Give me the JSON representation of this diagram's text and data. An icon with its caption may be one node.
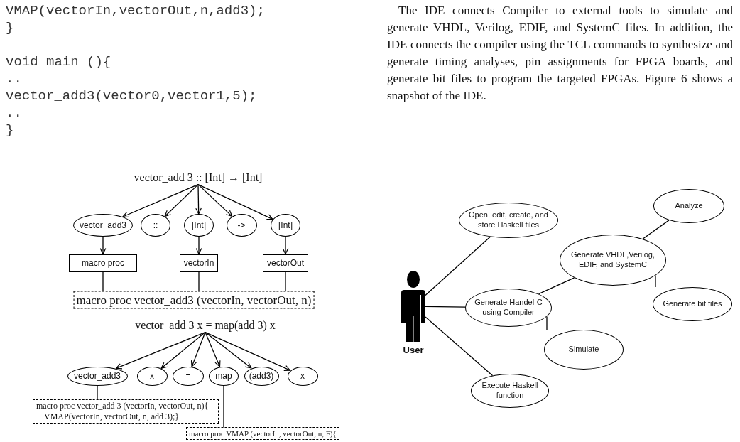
{
  "diagram": {
    "nodes": [
      {
        "text": [
          "vector_add 3 :: [Int] → [Int]"
        ]
      },
      {
        "text": [
          "vector_add3"
        ]
      },
      {
        "text": [
          "::"
        ]
      },
      {
        "text": [
          "[Int]"
        ]
      },
      {
        "text": [
          "->"
        ]
      },
      {
        "text": [
          "[Int]"
        ]
      },
      {
        "text": [
          "macro proc"
        ]
      },
      {
        "text": [
          "vectorIn"
        ]
      },
      {
        "text": [
          "vectorOut"
        ]
      },
      {
        "text": [
          "macro proc vector_add3 (vectorIn, vectorOut, n)"
        ]
      },
      {
        "text": [
          "vector_add 3 x = map(add 3) x"
        ]
      },
      {
        "text": [
          "vector_add3"
        ]
      },
      {
        "text": [
          "x"
        ]
      },
      {
        "text": [
          "="
        ]
      },
      {
        "text": [
          "map"
        ]
      },
      {
        "text": [
          "(add3)"
        ]
      },
      {
        "text": [
          "x"
        ]
      },
      {
        "text": [
          "macro proc vector_add 3 (vectorIn, vectorOut, n){ VMAP(vectorIn, vectorOut, n, add 3);}"
        ]
      },
      {
        "text": [
          "macro proc VMAP (vectorIn, vectorOut, n, F){"
        ]
      },
      {
        "text": [],
        "shape": "person",
        "beside": [
          "User"
        ]
      },
      {
        "text": [
          "Open, edit, create, and store Haskell files"
        ]
      },
      {
        "text": [
          "Generate Handel-C using Compiler"
        ]
      },
      {
        "text": [
          "Generate VHDL,Verilog, EDIF, and SystemC"
        ]
      },
      {
        "text": [
          "Analyze"
        ]
      },
      {
        "text": [
          "Generate bit files"
        ]
      },
      {
        "text": [
          "Simulate"
        ]
      },
      {
        "text": [
          "Execute Haskell function"
        ]
      }
    ],
    "edges": [
      {
        "from": 0,
        "to": 1,
        "arrow": "to"
      },
      {
        "from": 0,
        "to": 2,
        "arrow": "to"
      },
      {
        "from": 0,
        "to": 3,
        "arrow": "to"
      },
      {
        "from": 0,
        "to": 4,
        "arrow": "to"
      },
      {
        "from": 0,
        "to": 5,
        "arrow": "to"
      },
      {
        "from": 1,
        "to": 6,
        "arrow": "to"
      },
      {
        "from": 3,
        "to": 7,
        "arrow": "to"
      },
      {
        "from": 5,
        "to": 8,
        "arrow": "to"
      },
      {
        "from": 6,
        "to": 9,
        "arrow": "none"
      },
      {
        "from": 7,
        "to": 9,
        "arrow": "none"
      },
      {
        "from": 8,
        "to": 9,
        "arrow": "none"
      },
      {
        "from": 10,
        "to": 11,
        "arrow": "to"
      },
      {
        "from": 10,
        "to": 12,
        "arrow": "to"
      },
      {
        "from": 10,
        "to": 13,
        "arrow": "to"
      },
      {
        "from": 10,
        "to": 14,
        "arrow": "to"
      },
      {
        "from": 10,
        "to": 15,
        "arrow": "to"
      },
      {
        "from": 10,
        "to": 16,
        "arrow": "to"
      },
      {
        "from": 11,
        "to": 17,
        "arrow": "none"
      },
      {
        "from": 14,
        "to": 18,
        "arrow": "none"
      },
      {
        "from": 19,
        "to": 20,
        "arrow": "none"
      },
      {
        "from": 19,
        "to": 21,
        "arrow": "none"
      },
      {
        "from": 19,
        "to": 26,
        "arrow": "none"
      },
      {
        "from": 21,
        "to": 22,
        "arrow": "none"
      },
      {
        "from": 21,
        "to": 25,
        "arrow": "none"
      },
      {
        "from": 22,
        "to": 23,
        "arrow": "none"
      },
      {
        "from": 22,
        "to": 24,
        "arrow": "none"
      }
    ],
    "labels": [
      "VMAP(vectorIn,vectorOut,n,add3);",
      "}",
      "void main (){",
      "..",
      "vector_add3(vector0,vector1,5);",
      "..",
      "}",
      "The IDE connects Compiler to external tools to simulate and generate VHDL, Verilog, EDIF, and SystemC files. In addition, the IDE connects the compiler using the TCL commands to synthesize and generate timing analyses, pin assignments for FPGA boards, and generate bit files to program the targeted FPGAs. Figure 6 shows a snapshot of the IDE."
    ]
  }
}
